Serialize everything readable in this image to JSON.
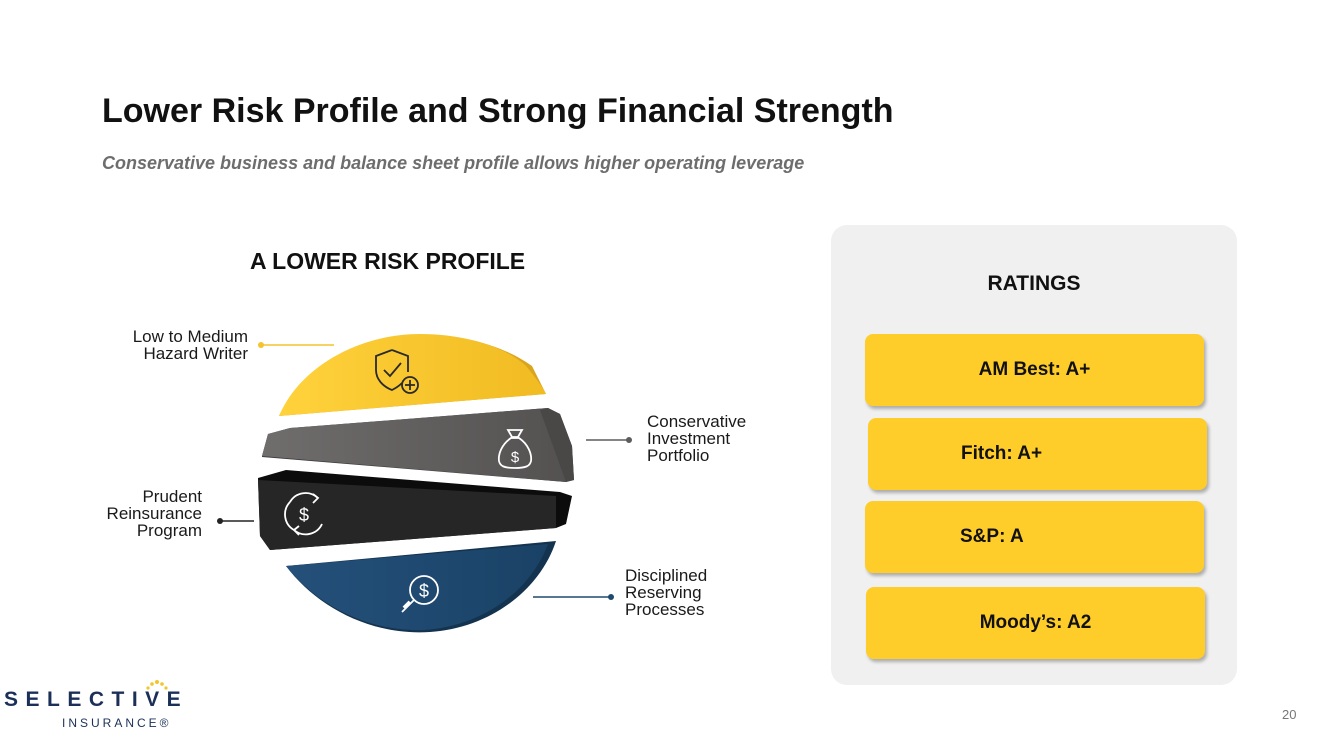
{
  "slide": {
    "title": "Lower Risk Profile and Strong Financial Strength",
    "subtitle": "Conservative business and balance sheet profile allows higher operating leverage",
    "page_number": "20"
  },
  "risk_profile": {
    "heading": "A LOWER RISK PROFILE",
    "segments": [
      {
        "label_lines": [
          "Low to Medium",
          "Hazard Writer"
        ],
        "icon": "shield-check-plus-icon",
        "color": "#f5c32b"
      },
      {
        "label_lines": [
          "Conservative",
          "Investment",
          "Portfolio"
        ],
        "icon": "money-bag-icon",
        "color": "#5e5b5b"
      },
      {
        "label_lines": [
          "Prudent",
          "Reinsurance",
          "Program"
        ],
        "icon": "dollar-cycle-icon",
        "color": "#232323"
      },
      {
        "label_lines": [
          "Disciplined",
          "Reserving",
          "Processes"
        ],
        "icon": "dollar-magnifier-icon",
        "color": "#1f4a6e"
      }
    ]
  },
  "ratings": {
    "title": "RATINGS",
    "items": [
      "AM Best: A+",
      "Fitch: A+",
      "S&P: A",
      "Moody’s: A2"
    ],
    "box_color": "#ffcd29"
  },
  "logo": {
    "word": "SELECTIVE",
    "sub": "INSURANCE®",
    "color": "#1b2f59",
    "dot_color": "#f5c32b"
  }
}
